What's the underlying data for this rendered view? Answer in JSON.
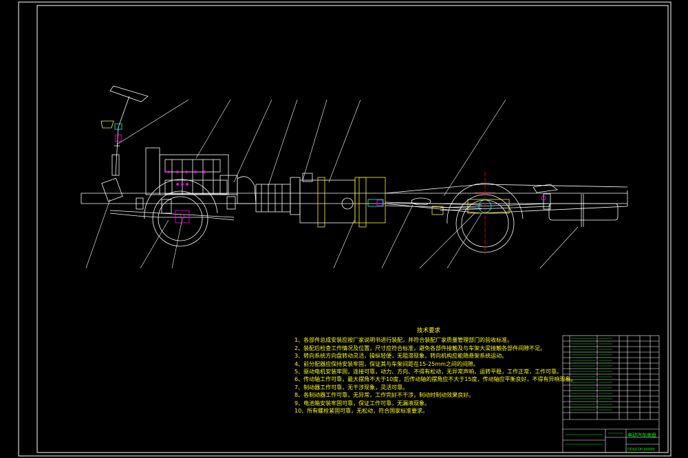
{
  "drawing": {
    "title_block_name": "电动汽车底盘",
    "drawing_number": "DDQCDP-00000"
  },
  "technical_requirements": {
    "title": "技术要求",
    "items": [
      "1、各部件总成安装应按厂家说明书进行装配，并符合装配厂家质量管理部门的验收标准。",
      "2、装配后检查工作情况及位置，尺寸应符合标准，避免各部件接触及与车架大梁接触各部件间隙不足。",
      "3、转向系统方向盘转动灵活，操纵轻便，无阻滞现象，转向机构应能随悬架系统运动。",
      "4、前分配器应保持安装牢固，保证其与车架间距在15-25mm之间的间隙。",
      "5、驱动电机安装牢固，连接可靠，动力、方向、不得有松动，无异常声响，运转平稳，工作正常，工作可靠。",
      "6、传动轴工作可靠，最大摆角不大于10度，后传动轴的摆角应不大于15度，传动轴应平衡良好，不得有异响现象。",
      "7、制动器工作可靠，无干涉现象，灵活可靠。",
      "8、各制动器工作可靠，无异常，工作完好不干涉，制动时制动效果良好。",
      "9、电池箱安装牢固可靠，保证工作可靠，无漏液现象。",
      "10、所有螺栓紧固可靠，无松动，符合国家标准要求。"
    ]
  },
  "colors": {
    "background": "#000000",
    "frame": "#ffffff",
    "notes": "#ffff00",
    "title_block": "#00ff00",
    "chassis": "#ffffff",
    "accent_magenta": "#ff00ff",
    "accent_cyan": "#00ffff",
    "accent_yellow": "#ffff00",
    "accent_red": "#ff0000"
  }
}
